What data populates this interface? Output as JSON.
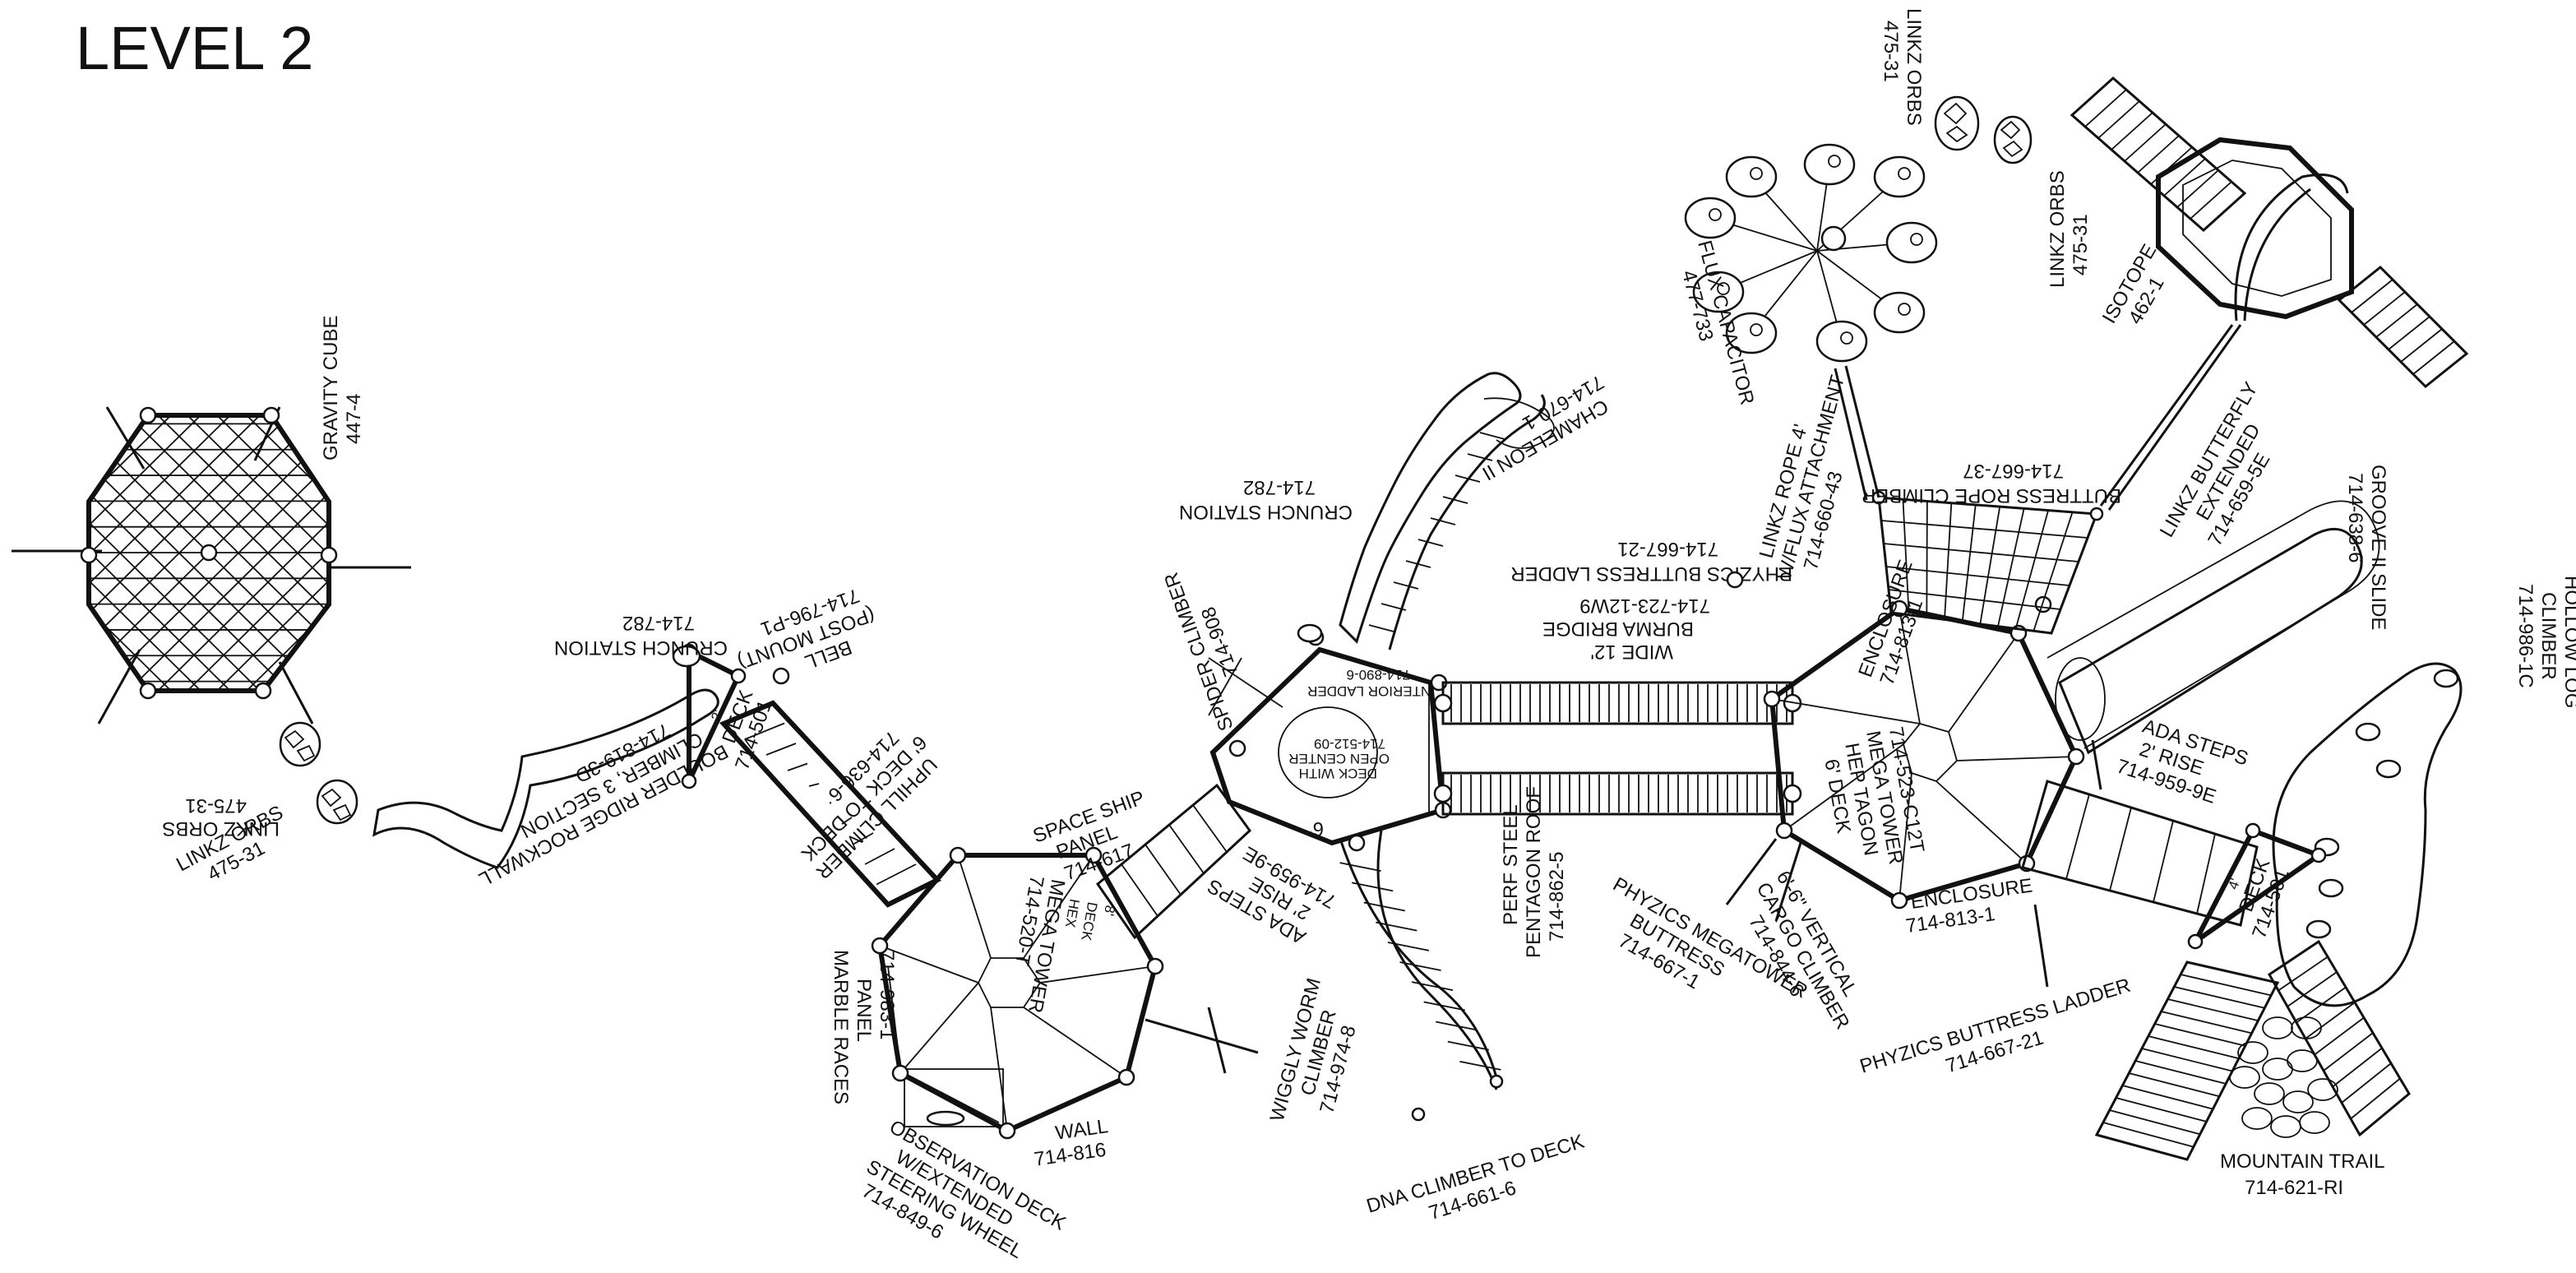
{
  "title": "LEVEL 2",
  "labels": {
    "gravity_cube": [
      "GRAVITY CUBE",
      "447-4"
    ],
    "linkz_orbs_a": [
      "LINKZ ORBS",
      "475-31"
    ],
    "linkz_orbs_b": [
      "LINKZ ORBS",
      "475-31"
    ],
    "linkz_orbs_c": [
      "LINKZ ORBS",
      "475-31"
    ],
    "linkz_orbs_d": [
      "LINKZ ORBS",
      "475-31"
    ],
    "boulder_ridge": [
      "BOULDER RIDGE ROCKWALL",
      "CLIMBER, 3 SECTION",
      "714-819-3D"
    ],
    "crunch_station_a": [
      "CRUNCH STATION",
      "714-782"
    ],
    "bell_post": [
      "BELL",
      "(POST MOUNT)",
      "714-796-P1"
    ],
    "deck_2": [
      "2'",
      "DECK",
      "714-501"
    ],
    "uphill_climber": [
      "UPHILL CLIMBER",
      "6' DECK TO DECK",
      "714-636-6"
    ],
    "space_ship": [
      "SPACE SHIP",
      "PANEL",
      "714-617"
    ],
    "marble_races": [
      "MARBLE RACES",
      "PANEL",
      "714-983-1"
    ],
    "hex_tower_left": [
      "8'",
      "DECK",
      "HEX",
      "MEGA TOWER",
      "714-520-T"
    ],
    "ada_steps_left": [
      "ADA STEPS",
      "2' RISE",
      "714-959-9E"
    ],
    "observation_deck": [
      "OBSERVATION DECK",
      "W/EXTENDED",
      "STEERING WHEEL",
      "714-849-6"
    ],
    "wall": [
      "WALL",
      "714-816"
    ],
    "wiggly_worm": [
      "WIGGLY WORM",
      "CLIMBER",
      "714-974-8"
    ],
    "dna_climber": [
      "DNA CLIMBER TO DECK",
      "714-661-6"
    ],
    "spider_climber": [
      "SPIDER CLIMBER",
      "714-908"
    ],
    "crunch_station_b": [
      "CRUNCH STATION",
      "714-782"
    ],
    "chameleon": [
      "CHAMELEON II",
      "714-670-1"
    ],
    "interior_ladder": [
      "INTERIOR LADDER",
      "714-890-6"
    ],
    "deck_open_center": [
      "DECK WITH",
      "OPEN CENTER",
      "714-512-09"
    ],
    "deck_6": "6'",
    "perf_steel_roof": [
      "PERF STEEL",
      "PENTAGON ROOF",
      "714-862-5"
    ],
    "burma_bridge": [
      "WIDE 12'",
      "BURMA BRIDGE",
      "714-723-12W9"
    ],
    "phyzics_buttress_ladder_top": [
      "PHYZICS BUTTRESS LADDER",
      "714-667-21"
    ],
    "phyzics_megatower_buttress": [
      "PHYZICS MEGATOWER",
      "BUTTRESS",
      "714-667-1"
    ],
    "flux_capacitor": [
      "FLUX CAPACITOR",
      "477-733"
    ],
    "linkz_rope": [
      "LINKZ ROPE 4'",
      "W/FLUX ATTACHMENT",
      "714-660-43"
    ],
    "enclosure_top": [
      "ENCLOSURE",
      "714-813-1"
    ],
    "hex_tower_right": [
      "6' DECK",
      "HEP TAGON",
      "MEGA TOWER",
      "714-523-C12T"
    ],
    "cargo_climber": [
      "6'-6\" VERTICAL",
      "CARGO CLIMBER",
      "714-844-6"
    ],
    "enclosure_bottom": [
      "ENCLOSURE",
      "714-813-1"
    ],
    "buttress_rope_climber": [
      "BUTTRESS ROPE CLIMBER",
      "714-667-37"
    ],
    "isotope": [
      "ISOTOPE",
      "462-1"
    ],
    "linkz_butterfly": [
      "LINKZ BUTTERFLY",
      "EXTENDED",
      "714-659-5E"
    ],
    "groove_slide": [
      "GROOVE II SLIDE",
      "714-638-6"
    ],
    "hollow_log": [
      "HOLLOW LOG",
      "CLIMBER",
      "714-986-1C"
    ],
    "ada_steps_right": [
      "ADA STEPS",
      "2' RISE",
      "714-959-9E"
    ],
    "deck_4": [
      "4'",
      "DECK",
      "714-501"
    ],
    "phyzics_buttress_ladder_bottom": [
      "PHYZICS BUTTRESS LADDER",
      "714-667-21"
    ],
    "mountain_trail": [
      "MOUNTAIN TRAIL",
      "714-621-RI"
    ]
  }
}
